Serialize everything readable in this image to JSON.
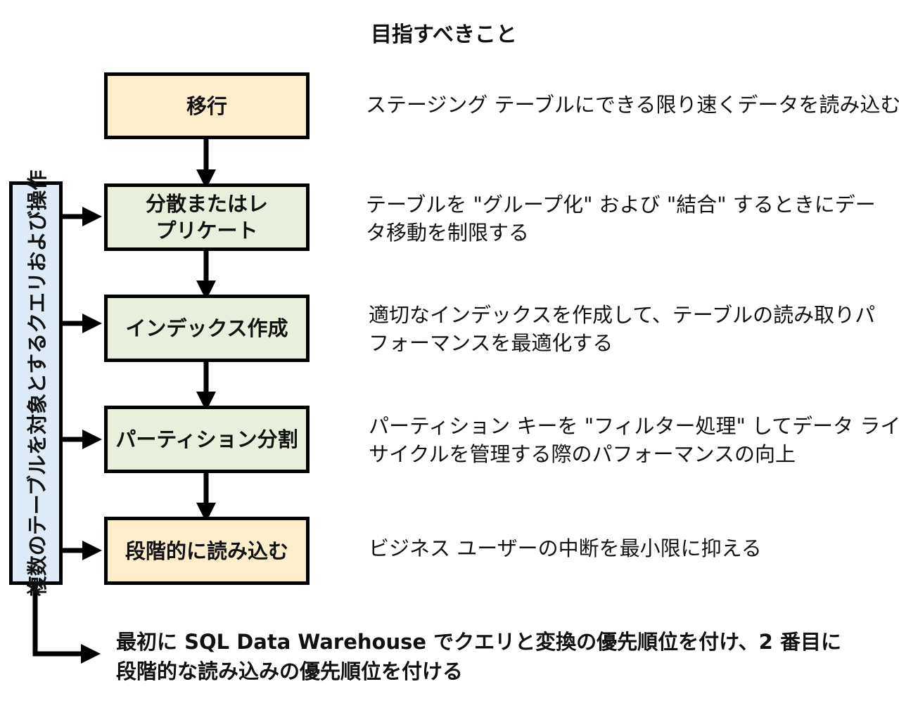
{
  "title": "目指すべきこと",
  "steps": [
    {
      "label": "移行"
    },
    {
      "label_line1": "分散またはレ",
      "label_line2": "プリケート"
    },
    {
      "label": "インデックス作成"
    },
    {
      "label": "パーティション分割"
    },
    {
      "label": "段階的に読み込む"
    }
  ],
  "descriptions": [
    {
      "line1": "ステージング テーブルにできる限り速くデータを読み込む"
    },
    {
      "line1": "テーブルを \"グループ化\" および \"結合\" するときにデー",
      "line2": "タ移動を制限する"
    },
    {
      "line1": "適切なインデックスを作成して、テーブルの読み取りパ",
      "line2": "フォーマンスを最適化する"
    },
    {
      "line1": "パーティション キーを \"フィルター処理\" してデータ ライフ",
      "line2": "サイクルを管理する際のパフォーマンスの向上"
    },
    {
      "line1": "ビジネス ユーザーの中断を最小限に抑える"
    }
  ],
  "side_label": "複数のテーブルを対象とするクエリおよび操作",
  "bottom_note": {
    "line1": "最初に SQL Data Warehouse でクエリと変換の優先順位を付け、2 番目に",
    "line2": "段階的な読み込みの優先順位を付ける"
  },
  "colors": {
    "yellow_fill": "#fdeecb",
    "green_fill": "#e8efdd",
    "side_fill": "#deebf7",
    "stroke": "#000000"
  }
}
